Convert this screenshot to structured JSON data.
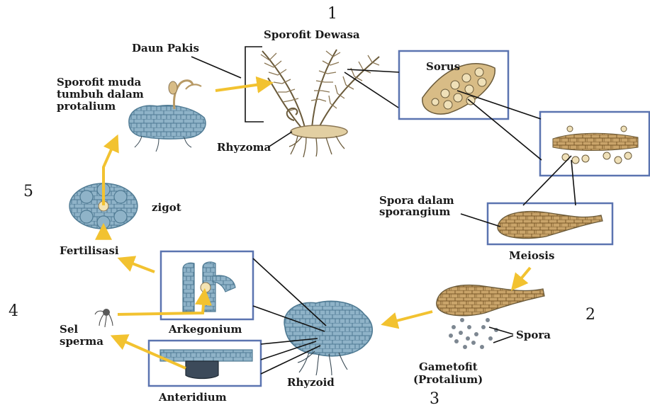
{
  "diagram": {
    "stage_numbers": [
      "1",
      "2",
      "3",
      "4",
      "5"
    ],
    "labels": {
      "sporofit_dewasa": "Sporofit Dewasa",
      "daun_pakis": "Daun Pakis",
      "rhyzoma": "Rhyzoma",
      "sporofit_muda": [
        "Sporofit muda",
        "tumbuh dalam",
        "protalium"
      ],
      "sorus": "Sorus",
      "spora_dalam_sporangium": [
        "Spora dalam",
        "sporangium"
      ],
      "meiosis": "Meiosis",
      "spora": "Spora",
      "gametofit": [
        "Gametofit",
        "(Protalium)"
      ],
      "rhyzoid": "Rhyzoid",
      "arkegonium": "Arkegonium",
      "anteridium": "Anteridium",
      "sel_sperma": [
        "Sel",
        "sperma"
      ],
      "fertilisasi": "Fertilisasi",
      "zigot": "zigot"
    },
    "colors": {
      "arrow": "#f2c230",
      "box_border": "#5b74b0",
      "leader_line": "#111111",
      "fern": "#7a6a4a",
      "sorus_fill": "#c9a46a",
      "protalium": "#8fb3c8",
      "protalium_dark": "#4f7a93"
    }
  }
}
